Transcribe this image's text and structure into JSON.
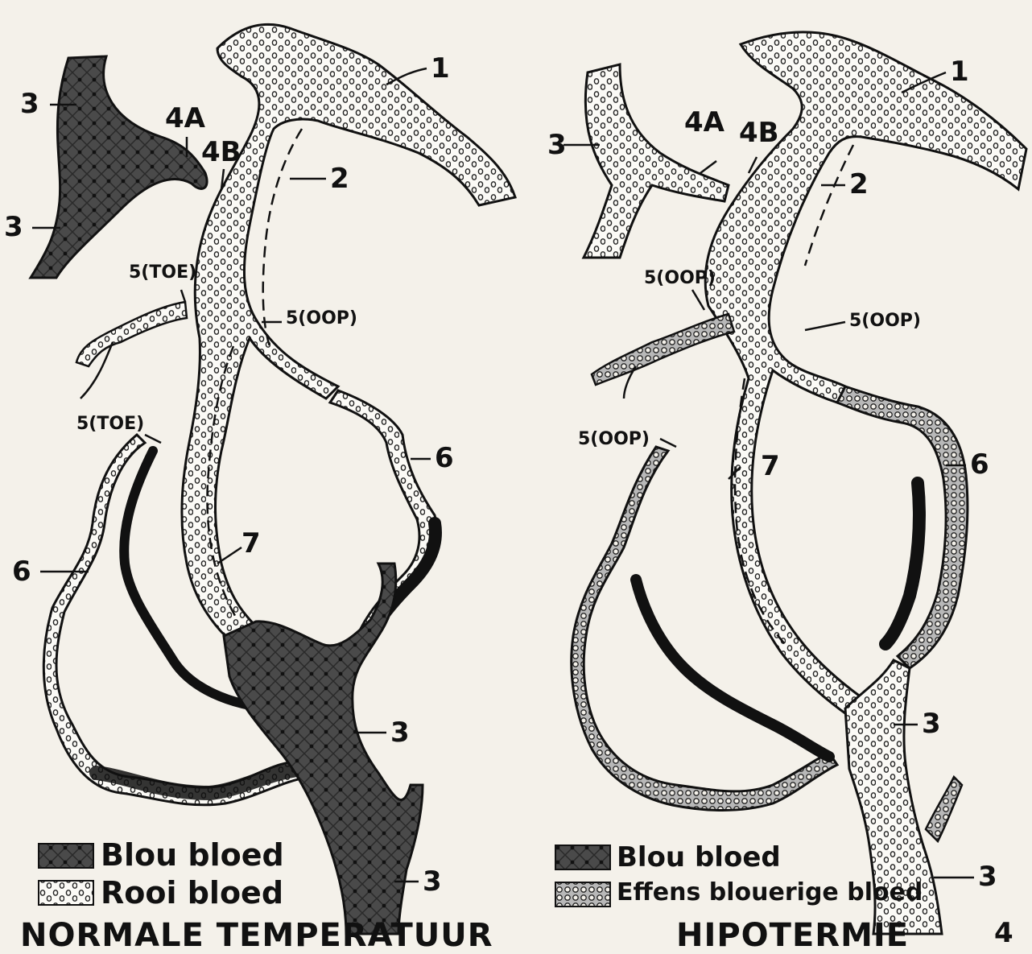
{
  "left_panel": {
    "labels": {
      "l1": "1",
      "l2": "2",
      "l3a": "3",
      "l3b": "3",
      "l3c": "3",
      "l3d": "3",
      "l4a": "4A",
      "l4b": "4B",
      "l5a": "5(TOE)",
      "l5b": "5(TOE)",
      "l5c": "5(OOP)",
      "l6a": "6",
      "l6b": "6",
      "l7": "7"
    },
    "legend": [
      {
        "label": "Blou bloed"
      },
      {
        "label": "Rooi bloed"
      }
    ],
    "caption": "NORMALE TEMPERATUUR"
  },
  "right_panel": {
    "labels": {
      "l1": "1",
      "l2": "2",
      "l3a": "3",
      "l3b": "3",
      "l3c": "3",
      "l4a": "4A",
      "l4b": "4B",
      "l5a": "5(OOP)",
      "l5b": "5(OOP)",
      "l5c": "5(OOP)",
      "l6": "6",
      "l7": "7"
    },
    "legend": [
      {
        "label": "Blou bloed"
      },
      {
        "label": "Effens blouerige bloed"
      }
    ],
    "caption": "HIPOTERMIE"
  },
  "figure_number": "4"
}
